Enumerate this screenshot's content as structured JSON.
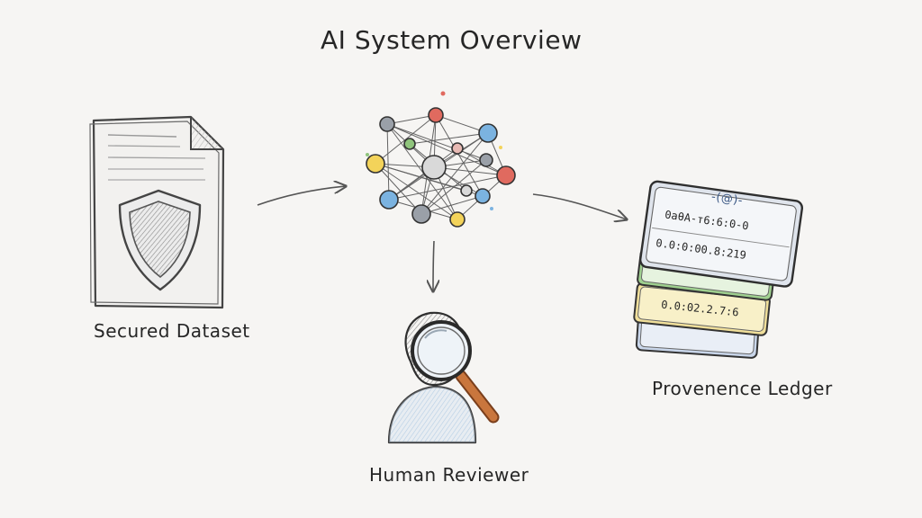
{
  "title": "AI System Overview",
  "nodes": {
    "dataset": {
      "label": "Secured Dataset"
    },
    "reviewer": {
      "label": "Human Reviewer"
    },
    "ledger": {
      "label": "Provenence Ledger",
      "card_top_code": "-(@)-",
      "card_top_hash": "0аθА-т6:6:0-0",
      "card_top_time": "0.0:0:00.8:219",
      "card_mid_time": "0.0:02.2.7:6"
    }
  },
  "colors": {
    "node_red": "#e06a5f",
    "node_blue": "#7bb3e0",
    "node_yellow": "#f3d35a",
    "node_grey": "#9aa0a8",
    "node_green": "#8fc47c",
    "ledger_green": "#9fd08f",
    "ledger_yellow": "#f0df9a",
    "ledger_blue": "#c9d6ea",
    "skin_blue": "#cfe0f0",
    "handle_orange": "#c9763d"
  }
}
